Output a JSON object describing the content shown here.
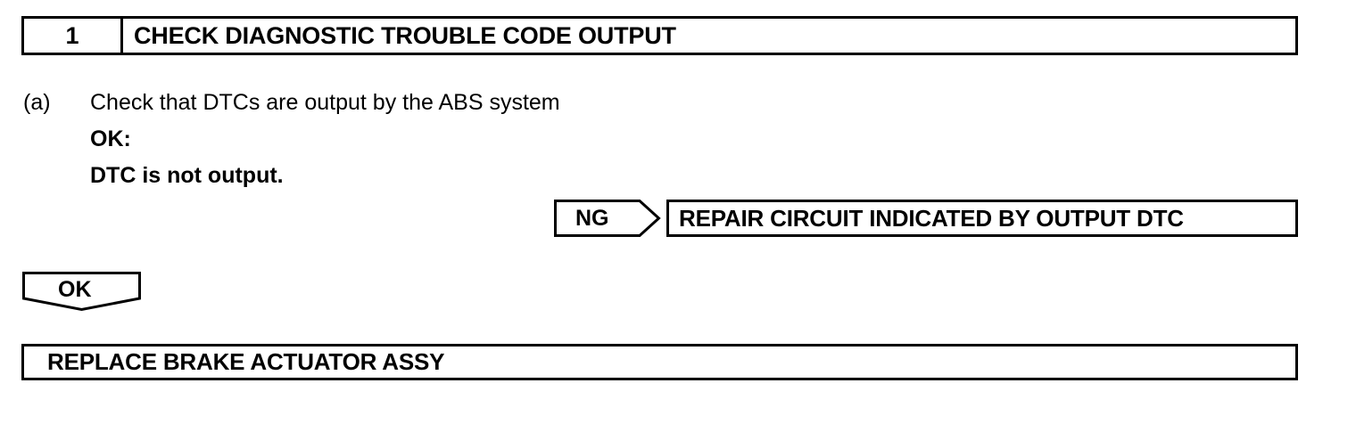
{
  "step": {
    "number": "1",
    "title": "CHECK DIAGNOSTIC TROUBLE CODE OUTPUT"
  },
  "instructions": [
    {
      "marker": "(a)",
      "text": "Check that DTCs are output by the ABS system",
      "bold": false
    },
    {
      "marker": "",
      "text": "OK:",
      "bold": true
    },
    {
      "marker": "",
      "text": "DTC is not output.",
      "bold": true
    }
  ],
  "judgements": {
    "ng": "NG",
    "ok": "OK"
  },
  "results": {
    "ng_action": "REPAIR CIRCUIT INDICATED BY OUTPUT DTC",
    "ok_action": "REPLACE BRAKE ACTUATOR ASSY"
  },
  "colors": {
    "ink": "#000000",
    "paper": "#ffffff"
  }
}
